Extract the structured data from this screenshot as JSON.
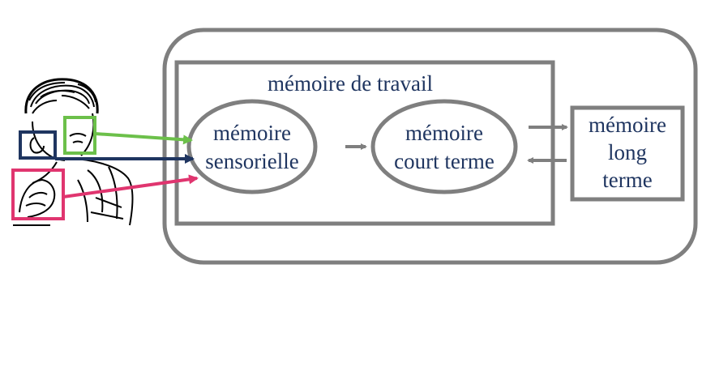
{
  "diagram": {
    "working_memory_label": "mémoire de travail",
    "sensory": {
      "line1": "mémoire",
      "line2": "sensorielle"
    },
    "short_term": {
      "line1": "mémoire",
      "line2": "court terme"
    },
    "long_term": {
      "line1": "mémoire",
      "line2": "long",
      "line3": "terme"
    },
    "figure": {
      "name": "person-sketch"
    },
    "colors": {
      "outline": "#7f7f7f",
      "text": "#1f3560",
      "eye": "#6cc04a",
      "ear": "#1f3560",
      "hand": "#e0356f"
    }
  }
}
